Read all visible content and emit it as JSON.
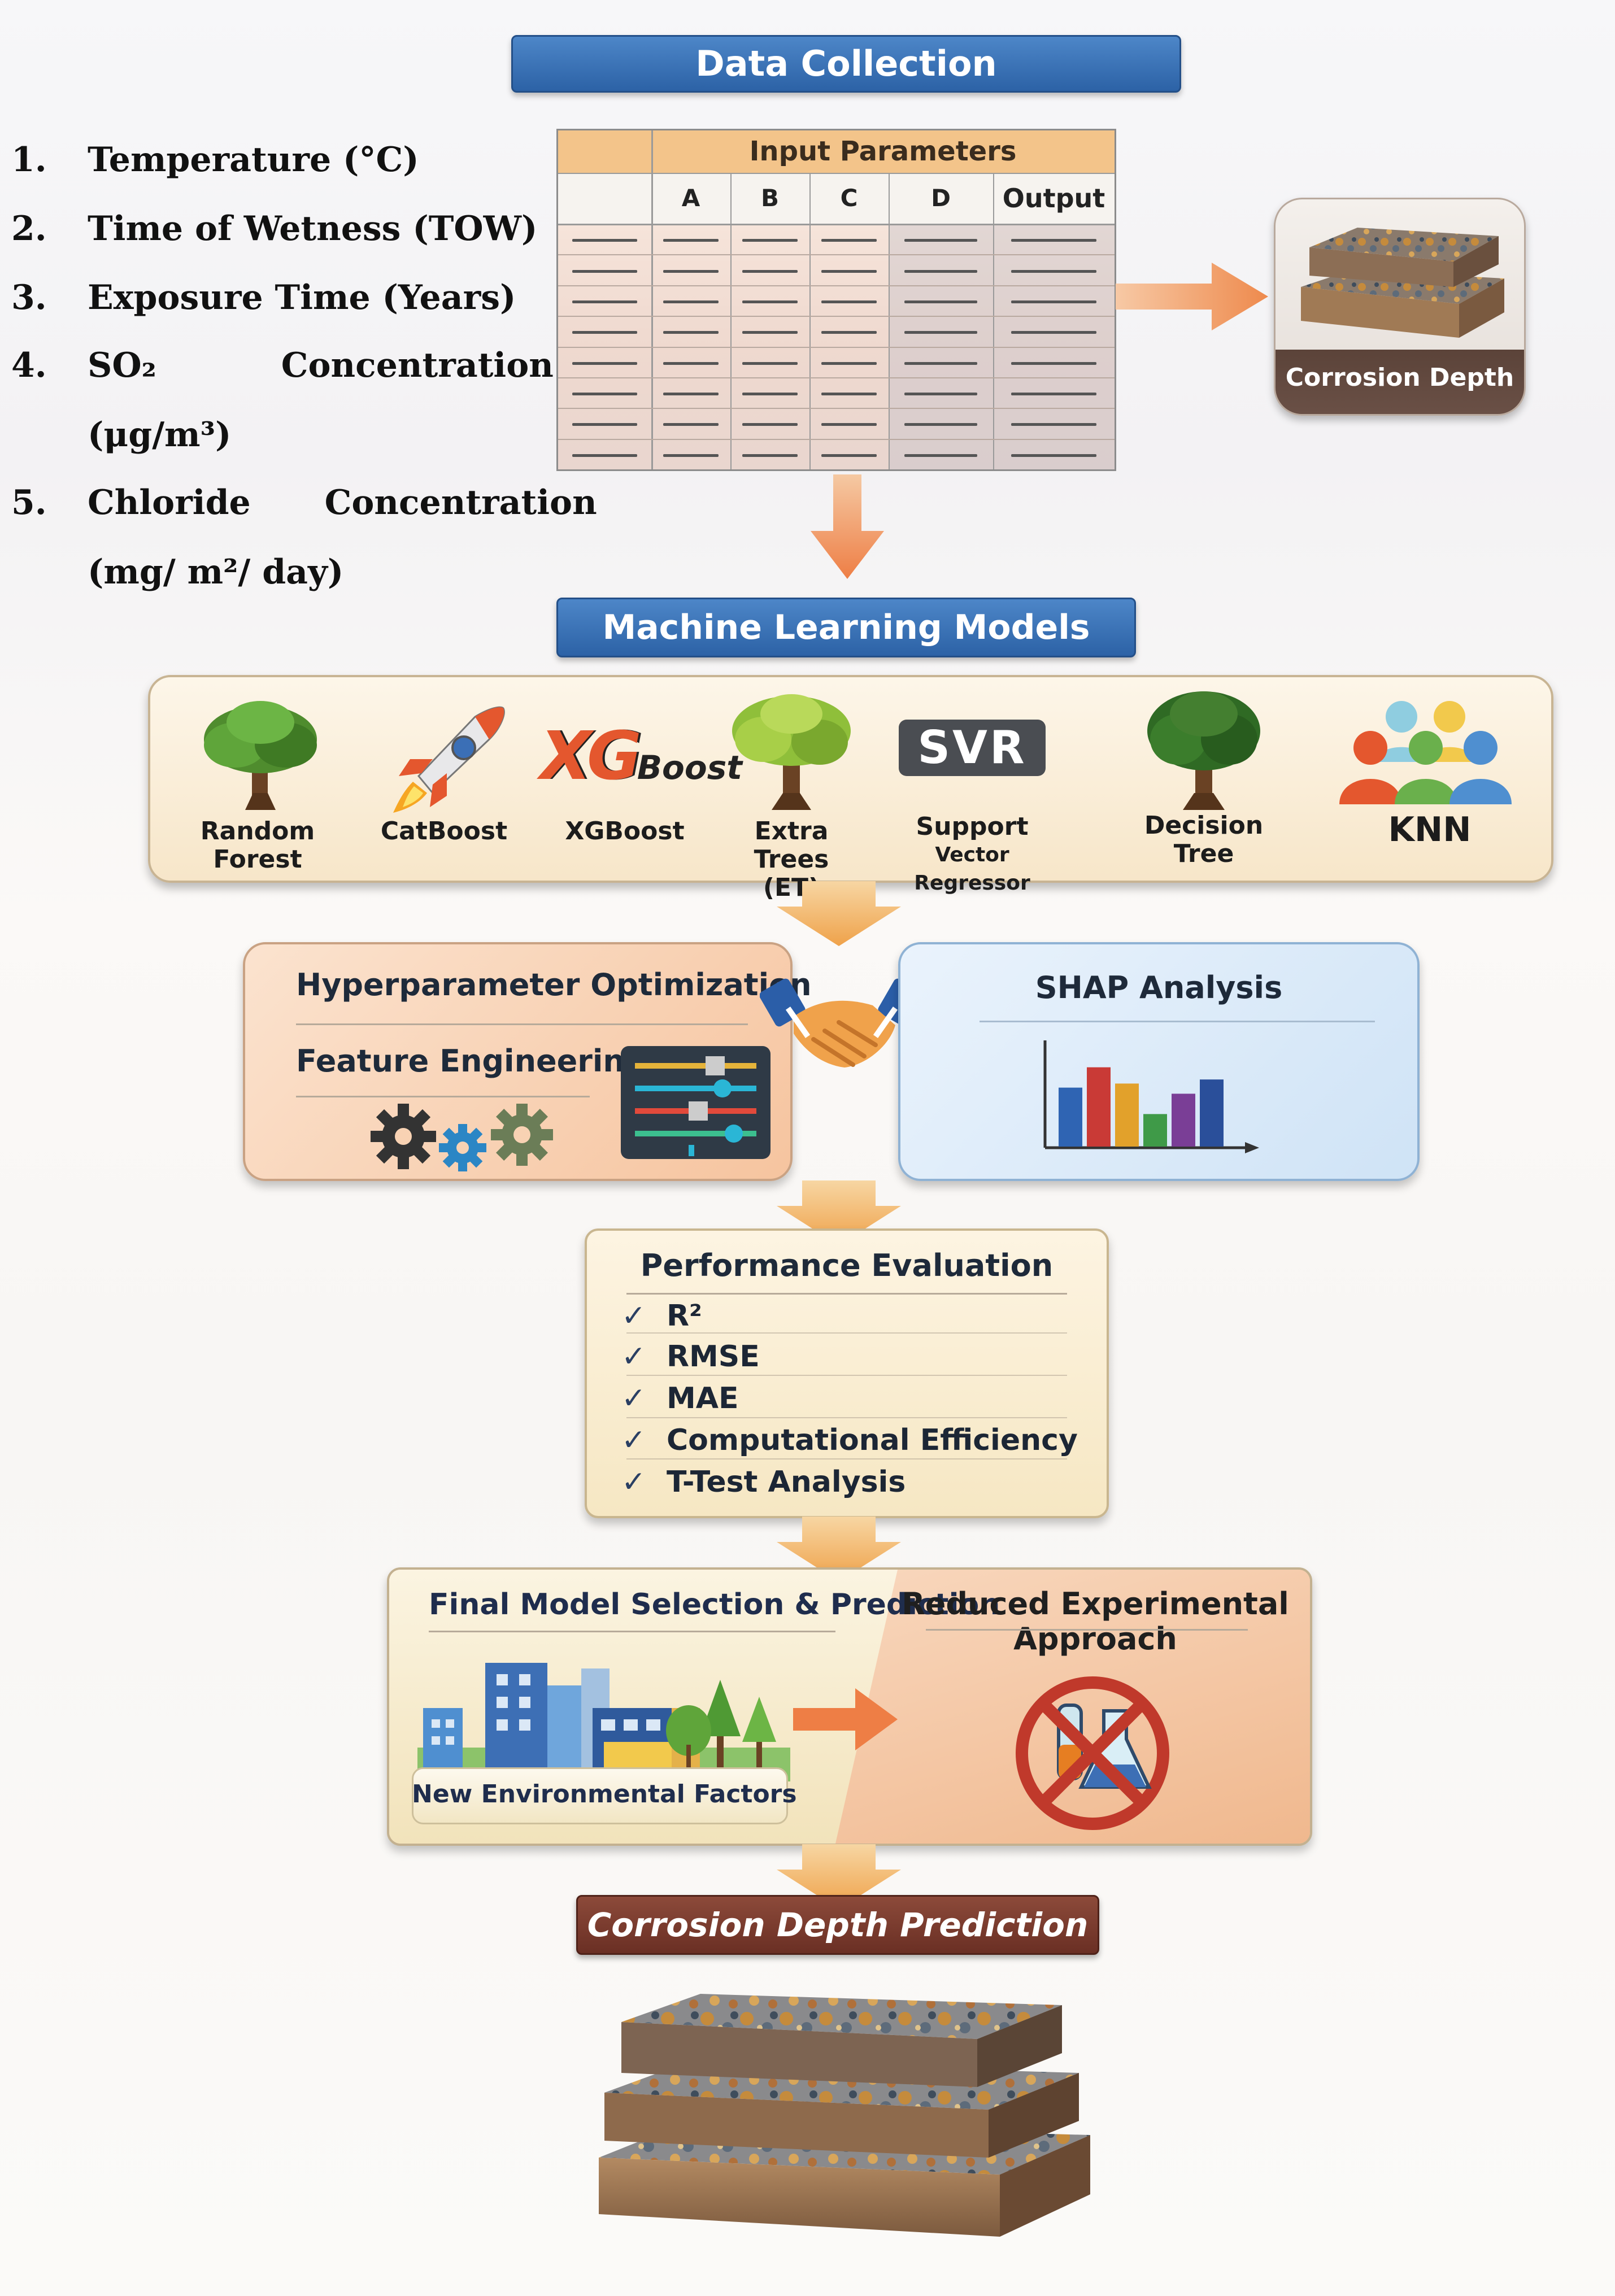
{
  "data_collection": {
    "header": "Data Collection",
    "parameters": [
      {
        "num": "1.",
        "label": "Temperature (°C)"
      },
      {
        "num": "2.",
        "label": "Time of Wetness (TOW)"
      },
      {
        "num": "3.",
        "label": "Exposure Time (Years)"
      },
      {
        "num": "4.",
        "label": "SO₂ Concentration",
        "cont": "(μg/m³)"
      },
      {
        "num": "5.",
        "label": "Chloride Concentration",
        "cont": "(mg/ m²/ day)"
      }
    ],
    "table": {
      "title": "Input Parameters",
      "columns": [
        "A",
        "B",
        "C",
        "D",
        "Output"
      ]
    },
    "output_label": "Corrosion Depth"
  },
  "ml": {
    "header": "Machine Learning Models",
    "models": [
      {
        "name": "Random Forest",
        "line1": "Random",
        "line2": "Forest",
        "icon": "tree-icon"
      },
      {
        "name": "CatBoost",
        "line1": "CatBoost",
        "line2": "",
        "icon": "rocket-icon"
      },
      {
        "name": "XGBoost",
        "line1": "XGBoost",
        "line2": "",
        "icon": "xgboost-logo"
      },
      {
        "name": "Extra Trees (ET)",
        "line1": "Extra Trees",
        "line2": "(ET)",
        "icon": "tree-icon"
      },
      {
        "name": "Support Vector Regressor",
        "line1": "Support",
        "line2": "Vector Regressor",
        "icon": "svr-logo"
      },
      {
        "name": "Decision Tree",
        "line1": "Decision",
        "line2": "Tree",
        "icon": "tree-icon"
      },
      {
        "name": "KNN",
        "line1": "KNN",
        "line2": "",
        "icon": "people-icon"
      }
    ],
    "logos": {
      "xg": "XG",
      "boost": "Boost",
      "svr": "SVR"
    }
  },
  "optimization": {
    "title1": "Hyperparameter Optimization",
    "title2": "Feature Engineering"
  },
  "shap": {
    "title": "SHAP Analysis",
    "bar_colors": [
      "#2f64b3",
      "#c93a36",
      "#e2a12b",
      "#3f9a48",
      "#7a3e96",
      "#2a4f9a"
    ],
    "bar_levels": [
      0.58,
      0.78,
      0.62,
      0.32,
      0.52,
      0.66
    ]
  },
  "performance": {
    "title": "Performance Evaluation",
    "metrics": [
      "R²",
      "RMSE",
      "MAE",
      "Computational Efficiency",
      "T-Test Analysis"
    ]
  },
  "final": {
    "left_title": "Final Model Selection & Prediction",
    "left_caption": "New Environmental Factors",
    "right_title_l1": "Reduced Experimental",
    "right_title_l2": "Approach"
  },
  "prediction": {
    "header": "Corrosion Depth Prediction"
  },
  "colors": {
    "header_blue": "#2f66ab",
    "arrow_orange": "#f0a04b",
    "prediction_brown": "#7b3a2e"
  }
}
